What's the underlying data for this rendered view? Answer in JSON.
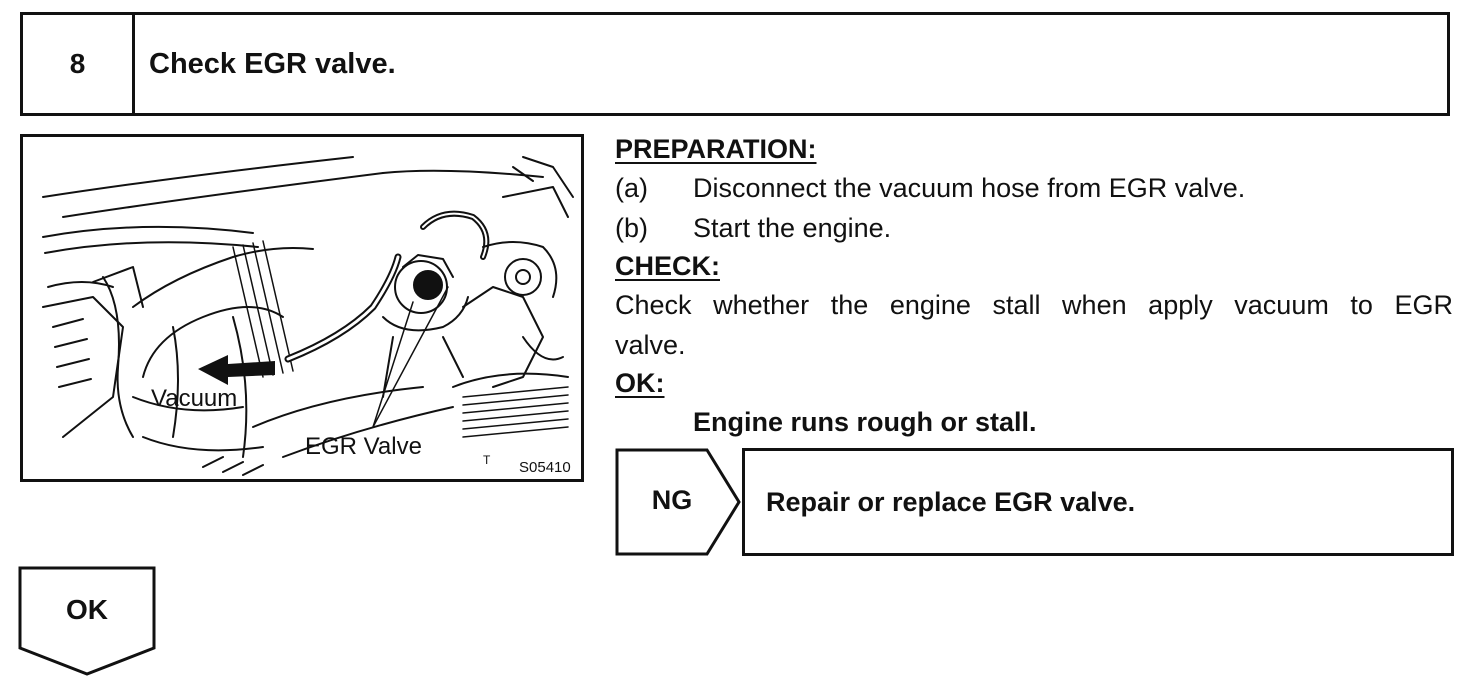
{
  "step": {
    "number": "8",
    "title": "Check EGR valve."
  },
  "figure": {
    "labels": {
      "vacuum": "Vacuum",
      "egr_valve": "EGR Valve",
      "t_mark": "T",
      "figure_id": "S05410"
    }
  },
  "preparation": {
    "heading": "PREPARATION:",
    "items": [
      {
        "marker": "(a)",
        "text": "Disconnect the vacuum hose from EGR valve."
      },
      {
        "marker": "(b)",
        "text": "Start the engine."
      }
    ]
  },
  "check": {
    "heading": "CHECK:",
    "line1": "Check whether the engine stall when apply vacuum to EGR",
    "line2": "valve."
  },
  "ok_section": {
    "heading": "OK:",
    "result": "Engine runs rough or stall."
  },
  "ng_branch": {
    "label": "NG",
    "action": "Repair or replace EGR valve."
  },
  "ok_branch": {
    "label": "OK"
  }
}
